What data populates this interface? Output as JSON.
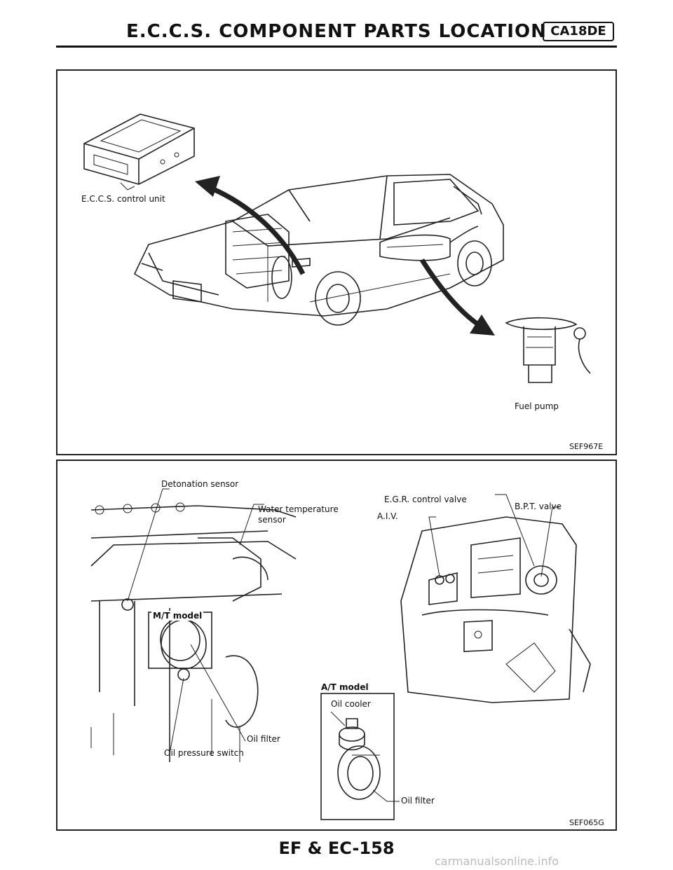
{
  "header": {
    "title": "E.C.C.S. COMPONENT PARTS LOCATION",
    "badge": "CA18DE"
  },
  "top_panel": {
    "labels": {
      "control_unit": "E.C.C.S. control unit",
      "fuel_pump": "Fuel pump"
    },
    "code": "SEF967E"
  },
  "bottom_panel": {
    "labels": {
      "detonation_sensor": "Detonation sensor",
      "water_temp_sensor_line1": "Water temperature",
      "water_temp_sensor_line2": "sensor",
      "mt_model": "M/T model",
      "oil_filter_left": "Oil filter",
      "oil_pressure_switch": "Oil pressure switch",
      "egr_control_valve": "E.G.R. control valve",
      "bpt_valve": "B.P.T. valve",
      "aiv": "A.I.V.",
      "at_model": "A/T model",
      "oil_cooler": "Oil cooler",
      "oil_filter_right": "Oil filter"
    },
    "code": "SEF065G"
  },
  "footer": {
    "page_number": "EF & EC-158"
  },
  "watermark": "carmanualsonline.info"
}
